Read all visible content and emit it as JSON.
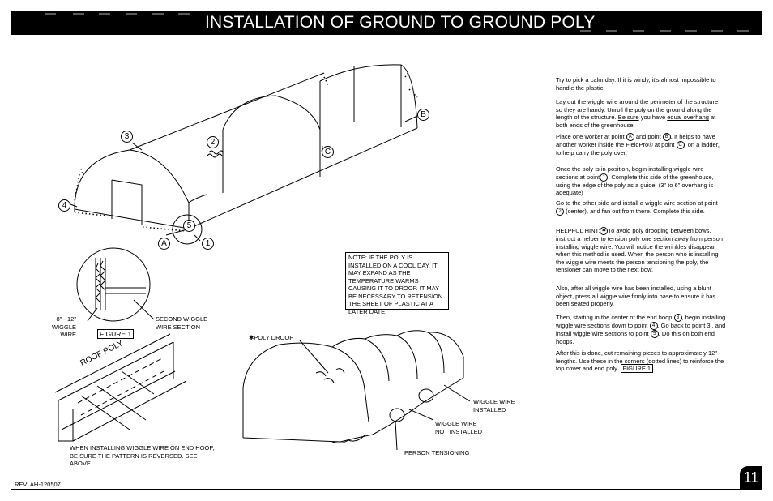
{
  "header": {
    "title": "INSTALLATION OF GROUND TO GROUND POLY"
  },
  "instructions": {
    "p1": "Try to pick a calm day. If it is windy, it's almost impossible to handle the plastic.",
    "p2_a": "Lay out the wiggle wire around the perimeter of the structure so they are handy. Unroll the poly on the ground along the length of the structure.",
    "p2_b": "Be sure",
    "p2_c": "you have",
    "p2_d": "equal overhang",
    "p2_e": "at both ends of the greenhouse.",
    "p3_a": "Place one worker at point",
    "p3_b": "and point",
    "p3_c": ". It helps to have another worker inside the FieldPro® at point",
    "p3_d": ", on a ladder, to help carry the poly over.",
    "p4_a": "Once the poly is in position, begin installing wiggle wire sections at point",
    "p4_b": ". Complete this side of the greenhouse, using the edge of the poly as a guide. (3\" to 6\" overhang is adequate)",
    "p5_a": "Go to the other side and install a wiggle wire section at point",
    "p5_b": "(center), and fan out from there. Complete this side.",
    "p6_a": "HELPFUL HINT:",
    "p6_b": "To avoid poly drooping between bows, instruct a helper to tension poly one section away from person installing wiggle wire. You will notice the wrinkles disappear when this method is used. When the person who is installing the wiggle wire meets the person tensioning the poly, the tensioner can move to the next bow.",
    "p7": "Also, after all wiggle wire has been installed, using a blunt object, press all wiggle wire firmly into base to ensure it has been seated properly.",
    "p8_a": "Then, starting in the center of the end hoop,",
    "p8_b": ", begin installing wiggle wire sections down to point",
    "p8_c": ". Go back to point 3 , and install wiggle wire sections to point",
    "p8_d": ". Do this on both end hoops.",
    "p9_a": "After this is done, cut remaining pieces to approximately 12\" lengths. Use these in the corners (dotted lines) to reinforce the top cover and end poly.",
    "p9_b": "FIGURE 1",
    "pt_A": "A",
    "pt_B": "B",
    "pt_C": "C",
    "n1": "1",
    "n2": "2",
    "n3": "3",
    "n4": "4",
    "n5": "5",
    "star": "✱"
  },
  "note": "NOTE: IF THE POLY IS INSTALLED ON A COOL DAY, IT MAY EXPAND AS THE TEMPERATURE WARMS CAUSING IT TO DROOP.  IT MAY BE NECESSARY TO RETENSION THE SHEET OF PLASTIC AT A LATER DATE.",
  "diagram_labels": {
    "A": "A",
    "B": "B",
    "C": "C",
    "n1": "1",
    "n2": "2",
    "n3": "3",
    "n4": "4",
    "n5": "5",
    "wiggle_size": "8\" - 12\"\nWIGGLE\nWIRE",
    "second_wiggle": "SECOND WIGGLE\nWIRE SECTION",
    "figure1": "FIGURE 1",
    "roof_poly": "ROOF POLY",
    "end_hoop_note": "WHEN INSTALLING WIGGLE WIRE ON END HOOP, BE SURE THE PATTERN IS REVERSED.  SEE ABOVE",
    "poly_droop_star": "✱",
    "poly_droop": "POLY DROOP",
    "wiggle_installed": "WIGGLE WIRE\nINSTALLED",
    "wiggle_not_installed": "WIGGLE WIRE\nNOT INSTALLED",
    "person_tensioning": "PERSON TENSIONING"
  },
  "footer": {
    "rev": "REV: AH-120507",
    "page": "11"
  }
}
